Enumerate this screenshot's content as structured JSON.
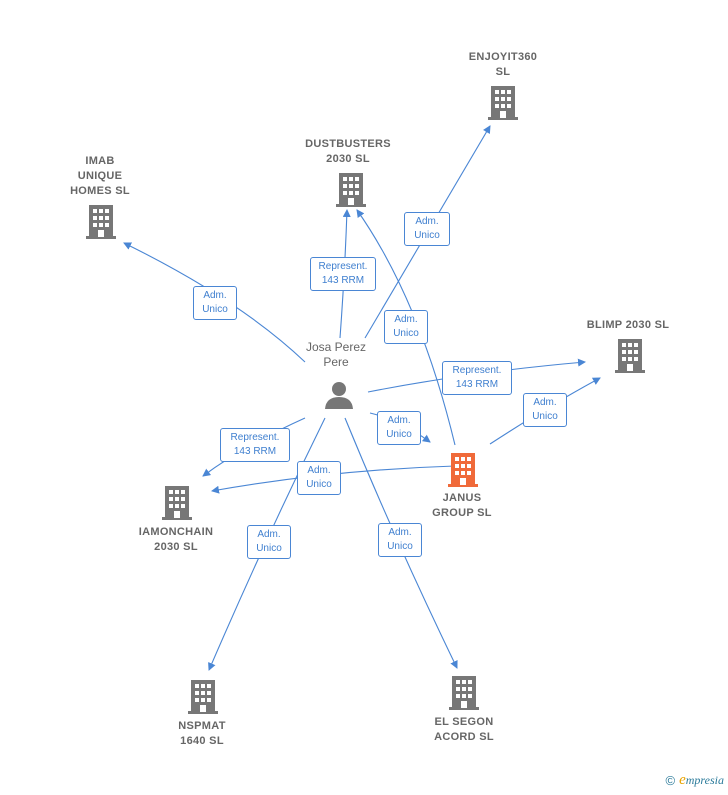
{
  "person": {
    "label": "Josa Perez\nPere"
  },
  "companies": [
    {
      "id": "enjoyit",
      "label": "ENJOYIT360\nSL",
      "highlight": false
    },
    {
      "id": "dustbusters",
      "label": "DUSTBUSTERS\n2030  SL",
      "highlight": false
    },
    {
      "id": "imab",
      "label": "IMAB\nUNIQUE\nHOMES  SL",
      "highlight": false
    },
    {
      "id": "blimp",
      "label": "BLIMP 2030  SL",
      "highlight": false
    },
    {
      "id": "janus",
      "label": "JANUS\nGROUP  SL",
      "highlight": true
    },
    {
      "id": "iamonchain",
      "label": "IAMONCHAIN\n2030  SL",
      "highlight": false
    },
    {
      "id": "nspmat",
      "label": "NSPMAT\n1640  SL",
      "highlight": false
    },
    {
      "id": "elsegon",
      "label": "EL SEGON\nACORD  SL",
      "highlight": false
    }
  ],
  "edge_labels": [
    {
      "id": "e1",
      "text": "Adm.\nUnico"
    },
    {
      "id": "e2",
      "text": "Represent.\n143 RRM"
    },
    {
      "id": "e3",
      "text": "Adm.\nUnico"
    },
    {
      "id": "e4",
      "text": "Adm.\nUnico"
    },
    {
      "id": "e5",
      "text": "Represent.\n143 RRM"
    },
    {
      "id": "e6",
      "text": "Adm.\nUnico"
    },
    {
      "id": "e7",
      "text": "Adm.\nUnico"
    },
    {
      "id": "e8",
      "text": "Represent.\n143 RRM"
    },
    {
      "id": "e9",
      "text": "Adm.\nUnico"
    },
    {
      "id": "e10",
      "text": "Adm.\nUnico"
    },
    {
      "id": "e11",
      "text": "Adm.\nUnico"
    }
  ],
  "footer": {
    "copyright": "©",
    "brand_initial": "e",
    "brand_rest": "mpresia"
  },
  "colors": {
    "edge": "#4a86d4",
    "node": "#777777",
    "highlight": "#f06a3a"
  }
}
